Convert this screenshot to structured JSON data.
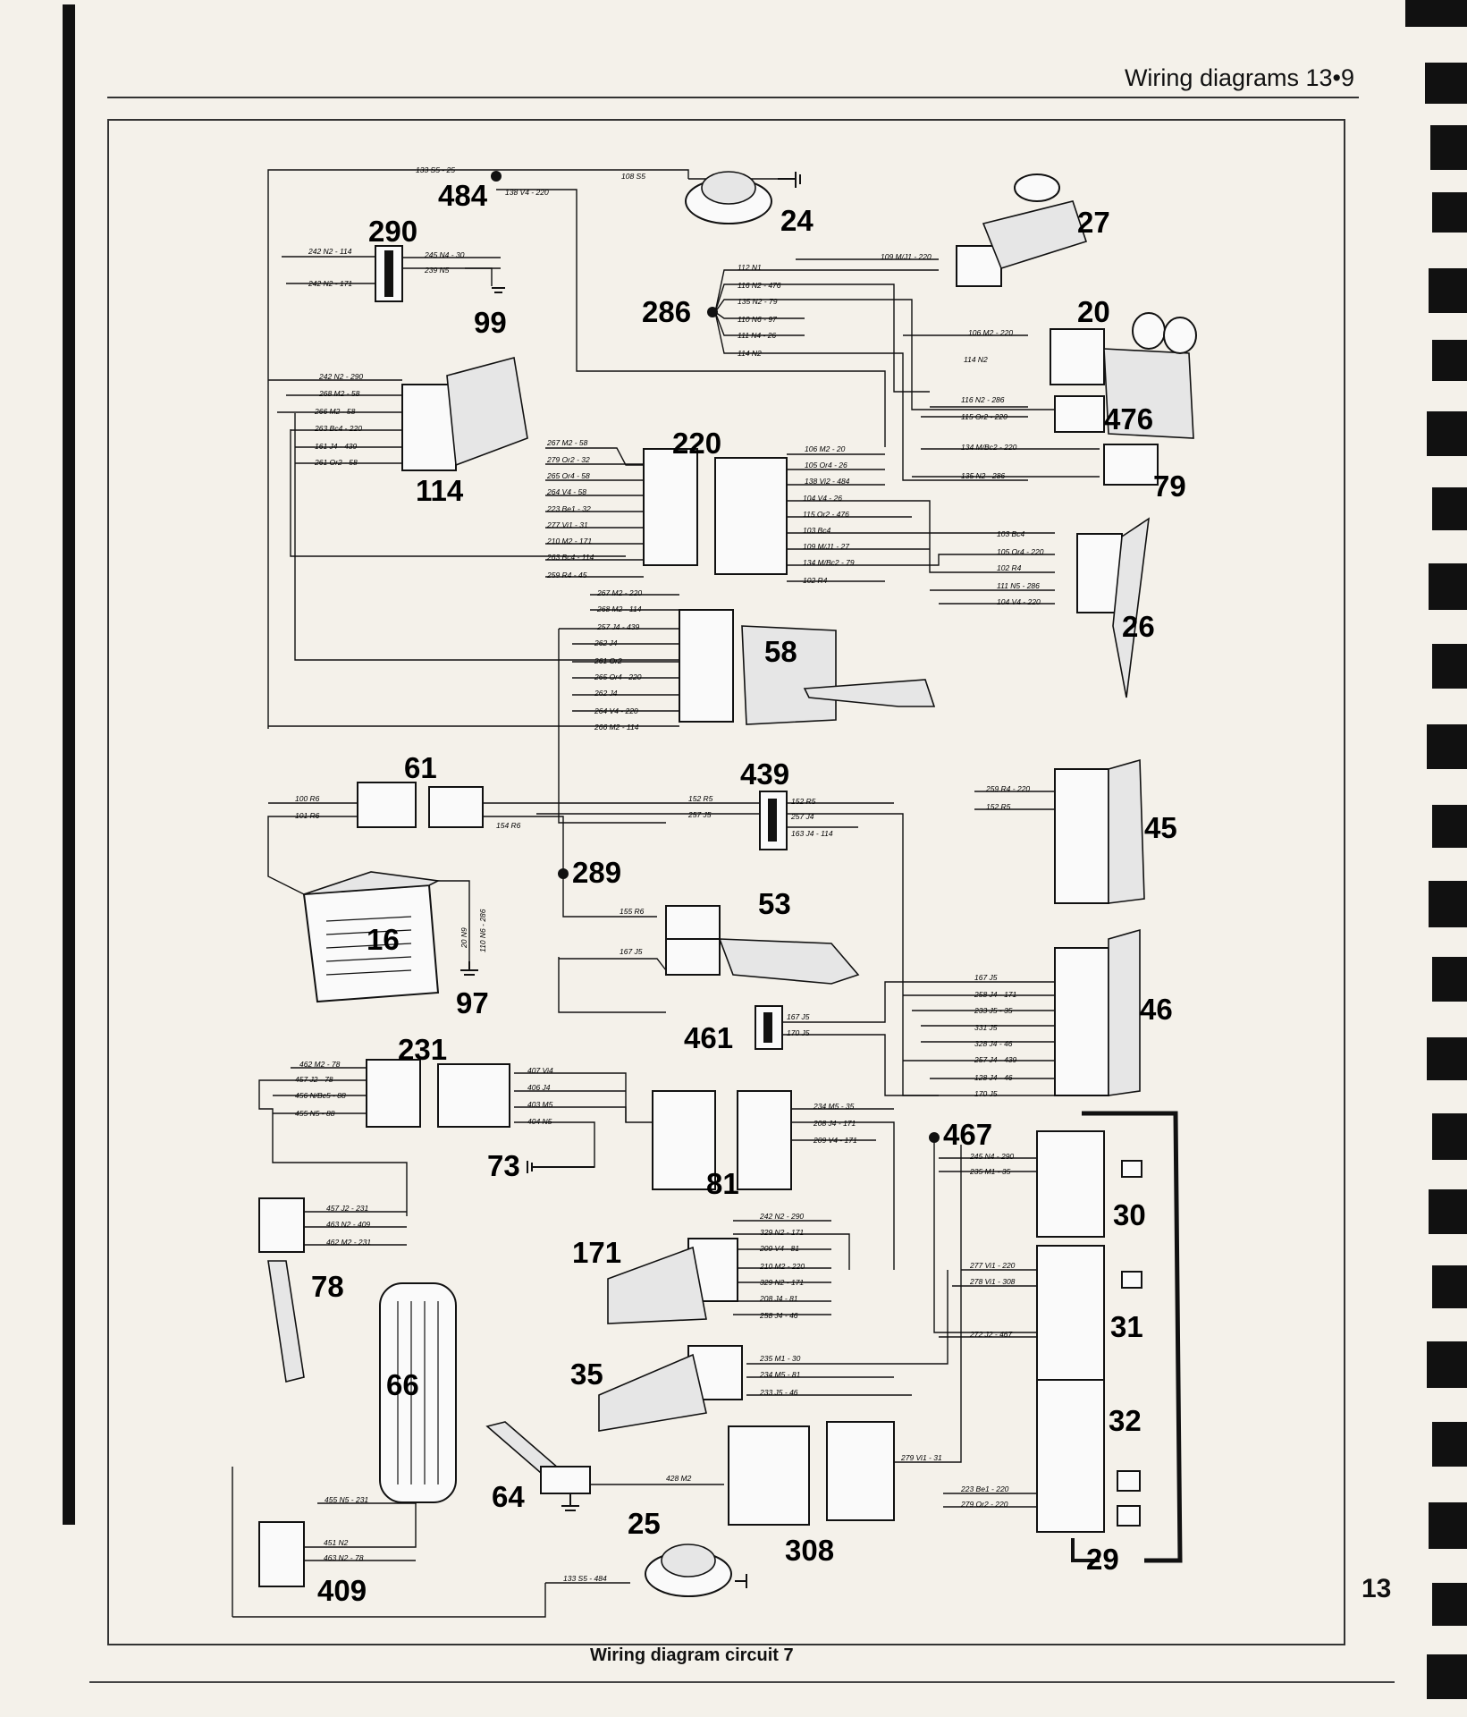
{
  "page": {
    "header": "Wiring diagrams 13•9",
    "caption": "Wiring diagram circuit 7",
    "page_number": "13"
  },
  "components": {
    "c484": "484",
    "c24": "24",
    "c27": "27",
    "c290": "290",
    "c99": "99",
    "c286": "286",
    "c20": "20",
    "c476": "476",
    "c79": "79",
    "c114": "114",
    "c220": "220",
    "c26": "26",
    "c58": "58",
    "c61": "61",
    "c439": "439",
    "c45": "45",
    "c289": "289",
    "c53": "53",
    "c16": "16",
    "c97": "97",
    "c46": "46",
    "c461": "461",
    "c231": "231",
    "c73": "73",
    "c81": "81",
    "c467": "467",
    "c30": "30",
    "c78": "78",
    "c171": "171",
    "c31": "31",
    "c35": "35",
    "c66": "66",
    "c32": "32",
    "c64": "64",
    "c25": "25",
    "c308": "308",
    "c29": "29",
    "c409": "409"
  },
  "wires": {
    "w_133S5_25": "133 S5 - 25",
    "w_138V4_220": "138 V4 - 220",
    "w_108S5": "108 S5",
    "w_109MJ1_220": "109 M/J1 - 220",
    "w_242N2_114": "242 N2 - 114",
    "w_245N4_30": "245 N4 - 30",
    "w_239N5": "239 N5",
    "w_242N2_171": "242 N2 - 171",
    "w_112N1": "112 N1",
    "w_116N2_476": "116 N2 - 476",
    "w_135N2_79": "135 N2 - 79",
    "w_110N6_97": "110 N6 - 97",
    "w_111N4_26": "111 N4 - 26",
    "w_114N2a": "114 N2",
    "w_106M2_220": "106 M2 - 220",
    "w_114N2b": "114 N2",
    "w_116N2_286": "116 N2 - 286",
    "w_115Or2_220": "115 Or2 - 220",
    "w_134MBc2_220": "134 M/Bc2 - 220",
    "w_135N2_286": "135 N2 - 286",
    "w_242N2_290": "242 N2 - 290",
    "w_268M2_58": "268 M2 - 58",
    "w_266M2_58": "266 M2 - 58",
    "w_263Bc4_220": "263 Bc4 - 220",
    "w_161J4_439": "161 J4 - 439",
    "w_261Or2_58": "261 Or2 - 58",
    "w_267M2_58": "267 M2 - 58",
    "w_279Or2_32": "279 Or2 - 32",
    "w_265Or4_58": "265 Or4 - 58",
    "w_264V4_58": "264 V4 - 58",
    "w_223Be1_32": "223 Be1 - 32",
    "w_277Vi1_31": "277 Vi1 - 31",
    "w_210M2_171": "210 M2 - 171",
    "w_263Bc4_114": "263 Bc4 - 114",
    "w_259R4_45": "259 R4 - 45",
    "w_106M2_20": "106 M2 - 20",
    "w_105Or4_26": "105 Or4 - 26",
    "w_138Vi2_484": "138 Vi2 - 484",
    "w_104V4_26": "104 V4 - 26",
    "w_115Or2_476": "115 Or2 - 476",
    "w_103Bc4": "103 Bc4",
    "w_109MJ1_27": "109 M/J1 - 27",
    "w_134MBc2_79": "134 M/Bc2 - 79",
    "w_102R4": "102 R4",
    "w_103Bc4b": "103 Bc4",
    "w_105Or4_220": "105 Or4 - 220",
    "w_102R4b": "102 R4",
    "w_111N5_286": "111 N5 - 286",
    "w_104V4_220": "104 V4 - 220",
    "w_267M2_220": "267 M2 - 220",
    "w_268M2_114": "268 M2 - 114",
    "w_257J4_439": "257 J4 - 439",
    "w_262J4a": "262 J4",
    "w_261Or2": "261 Or2",
    "w_265Or4_220": "265 Or4 - 220",
    "w_262J4b": "262 J4",
    "w_264V4_220": "264 V4 - 220",
    "w_266M2_114": "266 M2 - 114",
    "w_100R6": "100 R6",
    "w_101R6": "101 R6",
    "w_154R6": "154 R6",
    "w_152R5a": "152 R5",
    "w_257J5": "257 J5",
    "w_152R5b": "152 R5",
    "w_257J4": "257 J4",
    "w_163J4_114": "163 J4 - 114",
    "w_259R4_220": "259 R4 - 220",
    "w_152R5c": "152 R5",
    "w_20N9": "20 N9",
    "w_110N6_286": "110 N6 - 286",
    "w_155R6": "155 R6",
    "w_167J5a": "167 J5",
    "w_167J5b": "167 J5",
    "w_170J5a": "170 J5",
    "w_167J5c": "167 J5",
    "w_258J4_171": "258 J4 - 171",
    "w_233J5_35": "233 J5 - 35",
    "w_331J5": "331 J5",
    "w_328J4_46": "328 J4 - 46",
    "w_128J4_46": "128 J4 - 46",
    "w_170J5b": "170 J5",
    "w_462M2_78": "462 M2 - 78",
    "w_457J2_78": "457 J2 - 78",
    "w_456NBc5_88": "456 N/Bc5 - 88",
    "w_455N5_88": "455 N5 - 88",
    "w_407Vi4": "407 Vi4",
    "w_406J4": "406 J4",
    "w_403M5": "403 M5",
    "w_404N5": "404 N5",
    "w_234M5_35": "234 M5 - 35",
    "w_208J4_171": "208 J4 - 171",
    "w_209V4_171": "209 V4 - 171",
    "w_245N4_290": "245 N4 - 290",
    "w_235M1_35": "235 M1 - 35",
    "w_457J2_231": "457 J2 - 231",
    "w_463N2_409": "463 N2 - 409",
    "w_462M2_231": "462 M2 - 231",
    "w_242N2_290b": "242 N2 - 290",
    "w_329N2_171": "329 N2 - 171",
    "w_209V4_81": "209 V4 - 81",
    "w_210M2_220": "210 M2 - 220",
    "w_329N2_171b": "329 N2 - 171",
    "w_208J4_81": "208 J4 - 81",
    "w_258J4_46": "258 J4 - 46",
    "w_277Vi1_220": "277 Vi1 - 220",
    "w_278Vi1_308": "278 Vi1 - 308",
    "w_272J2_467": "272 J2 - 467",
    "w_235M1_30": "235 M1 - 30",
    "w_234M5_81": "234 M5 - 81",
    "w_233J5_46": "233 J5 - 46",
    "w_279Vi1_31": "279 Vi1 - 31",
    "w_223Be1_220": "223 Be1 - 220",
    "w_279Or2_220": "279 Or2 - 220",
    "w_428M2": "428 M2",
    "w_455N5_231": "455 N5 - 231",
    "w_451N2": "451 N2",
    "w_463N2_78": "463 N2 - 78",
    "w_133S5_484": "133 S5 - 484"
  }
}
